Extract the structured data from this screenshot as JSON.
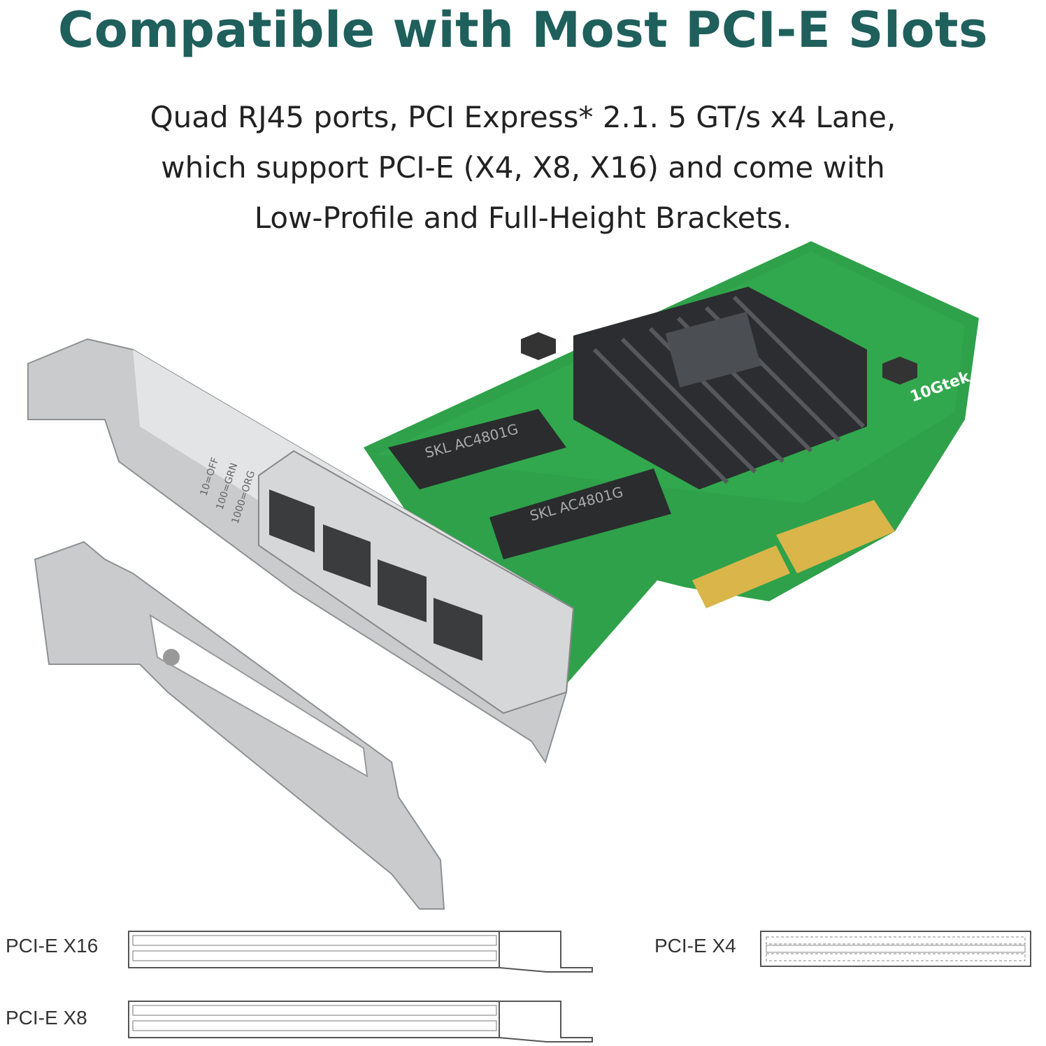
{
  "title": "Compatible with Most PCI-E Slots",
  "description": [
    "Quad RJ45 ports, PCI Express* 2.1. 5 GT/s x4 Lane,",
    "which support PCI-E (X4, X8, X16) and come with",
    "Low-Profile and Full-Height Brackets."
  ],
  "product": {
    "brand": "10Gtek",
    "chip_label": "SKL AC4801G",
    "led_legend": [
      "10=OFF",
      "100=GRN",
      "1000=ORG"
    ],
    "colors": {
      "pcb": "#2fa14a",
      "heatsink": "#2b2d30",
      "bracket": "#c9cbcd",
      "gold": "#d9b54a"
    }
  },
  "slots": [
    {
      "label": "PCI-E X16"
    },
    {
      "label": "PCI-E X4"
    },
    {
      "label": "PCI-E X8"
    }
  ]
}
